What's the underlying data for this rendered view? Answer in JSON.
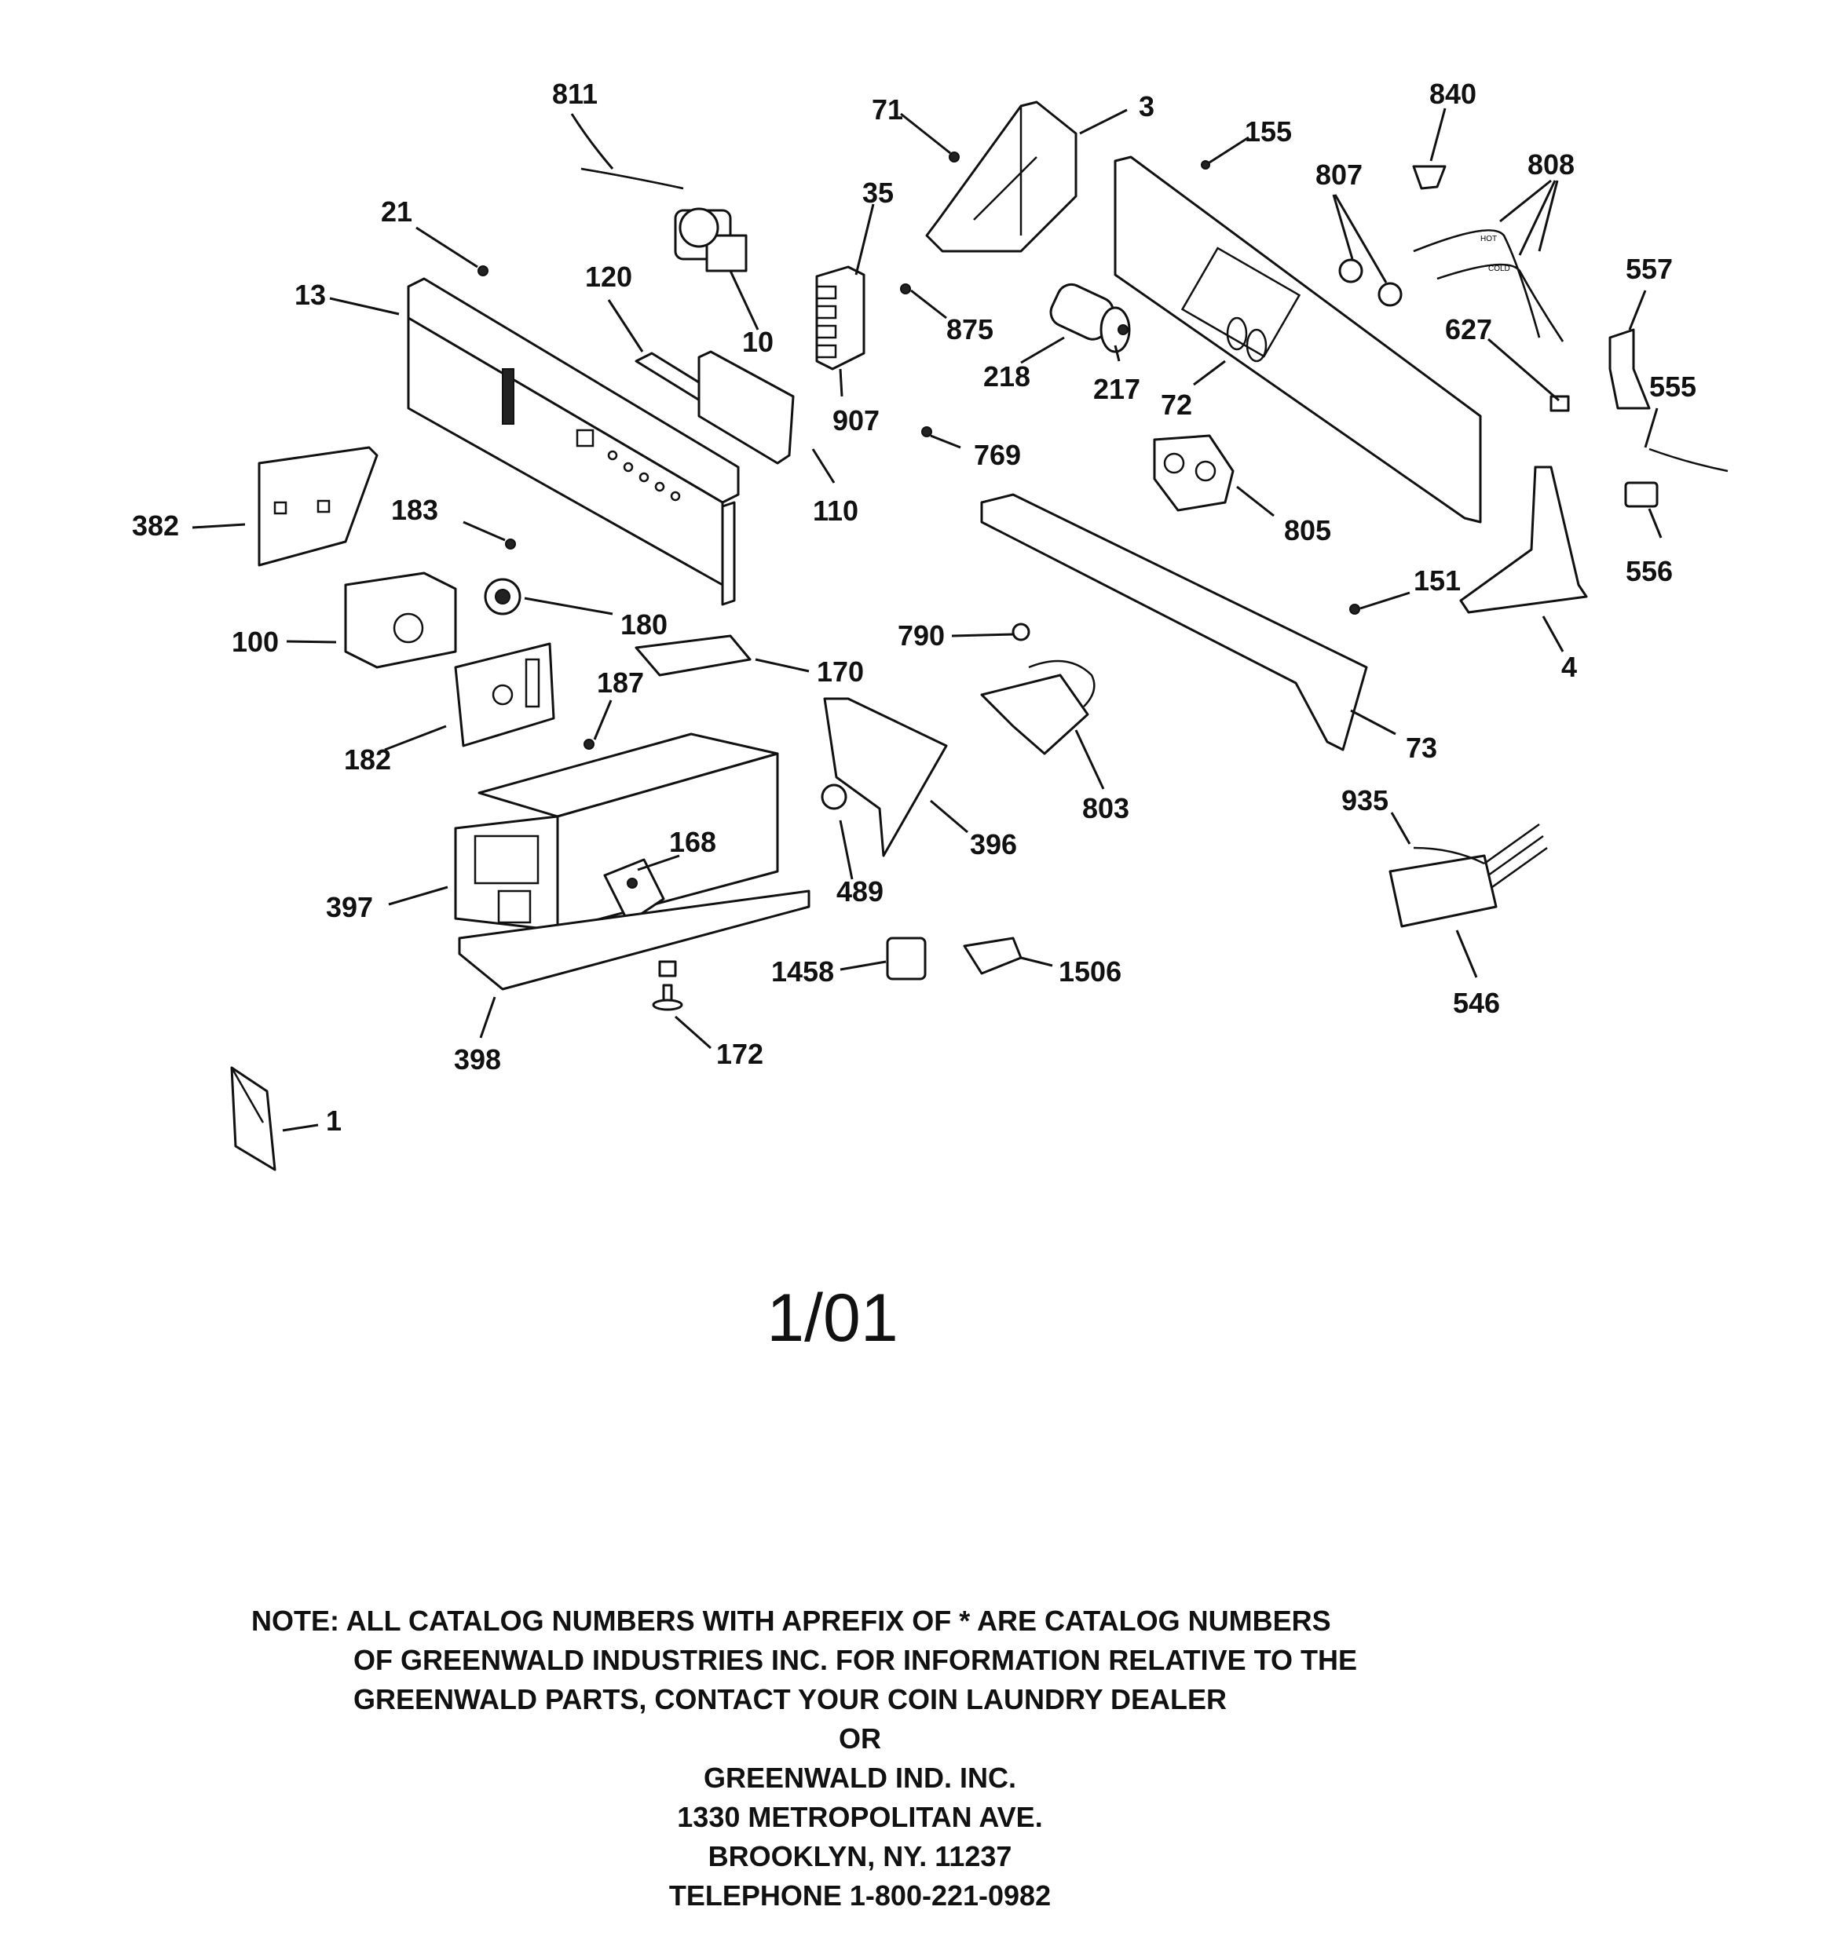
{
  "callouts": [
    {
      "id": "811",
      "label": "811"
    },
    {
      "id": "71",
      "label": "71"
    },
    {
      "id": "3",
      "label": "3"
    },
    {
      "id": "155",
      "label": "155"
    },
    {
      "id": "840",
      "label": "840"
    },
    {
      "id": "807",
      "label": "807"
    },
    {
      "id": "808",
      "label": "808"
    },
    {
      "id": "21",
      "label": "21"
    },
    {
      "id": "35",
      "label": "35"
    },
    {
      "id": "13",
      "label": "13"
    },
    {
      "id": "120",
      "label": "120"
    },
    {
      "id": "10",
      "label": "10"
    },
    {
      "id": "875",
      "label": "875"
    },
    {
      "id": "557",
      "label": "557"
    },
    {
      "id": "627",
      "label": "627"
    },
    {
      "id": "218",
      "label": "218"
    },
    {
      "id": "217",
      "label": "217"
    },
    {
      "id": "72",
      "label": "72"
    },
    {
      "id": "907",
      "label": "907"
    },
    {
      "id": "555",
      "label": "555"
    },
    {
      "id": "769",
      "label": "769"
    },
    {
      "id": "110",
      "label": "110"
    },
    {
      "id": "382",
      "label": "382"
    },
    {
      "id": "183",
      "label": "183"
    },
    {
      "id": "805",
      "label": "805"
    },
    {
      "id": "556",
      "label": "556"
    },
    {
      "id": "151",
      "label": "151"
    },
    {
      "id": "180",
      "label": "180"
    },
    {
      "id": "100",
      "label": "100"
    },
    {
      "id": "790",
      "label": "790"
    },
    {
      "id": "4",
      "label": "4"
    },
    {
      "id": "170",
      "label": "170"
    },
    {
      "id": "187",
      "label": "187"
    },
    {
      "id": "73",
      "label": "73"
    },
    {
      "id": "182",
      "label": "182"
    },
    {
      "id": "803",
      "label": "803"
    },
    {
      "id": "935",
      "label": "935"
    },
    {
      "id": "168",
      "label": "168"
    },
    {
      "id": "396",
      "label": "396"
    },
    {
      "id": "397",
      "label": "397"
    },
    {
      "id": "489",
      "label": "489"
    },
    {
      "id": "1458",
      "label": "1458"
    },
    {
      "id": "1506",
      "label": "1506"
    },
    {
      "id": "546",
      "label": "546"
    },
    {
      "id": "398",
      "label": "398"
    },
    {
      "id": "172",
      "label": "172"
    },
    {
      "id": "1",
      "label": "1"
    }
  ],
  "hose_labels": {
    "hot": "HOT",
    "cold": "COLD"
  },
  "page_code": "1/01",
  "note": {
    "line1": "NOTE: ALL CATALOG NUMBERS WITH APREFIX OF * ARE CATALOG NUMBERS",
    "line2": "OF GREENWALD INDUSTRIES INC. FOR INFORMATION RELATIVE TO THE",
    "line3": "GREENWALD PARTS, CONTACT YOUR COIN LAUNDRY DEALER",
    "line4": "OR",
    "line5": "GREENWALD IND. INC.",
    "line6": "1330 METROPOLITAN AVE.",
    "line7": "BROOKLYN, NY. 11237",
    "line8": "TELEPHONE 1-800-221-0982"
  }
}
